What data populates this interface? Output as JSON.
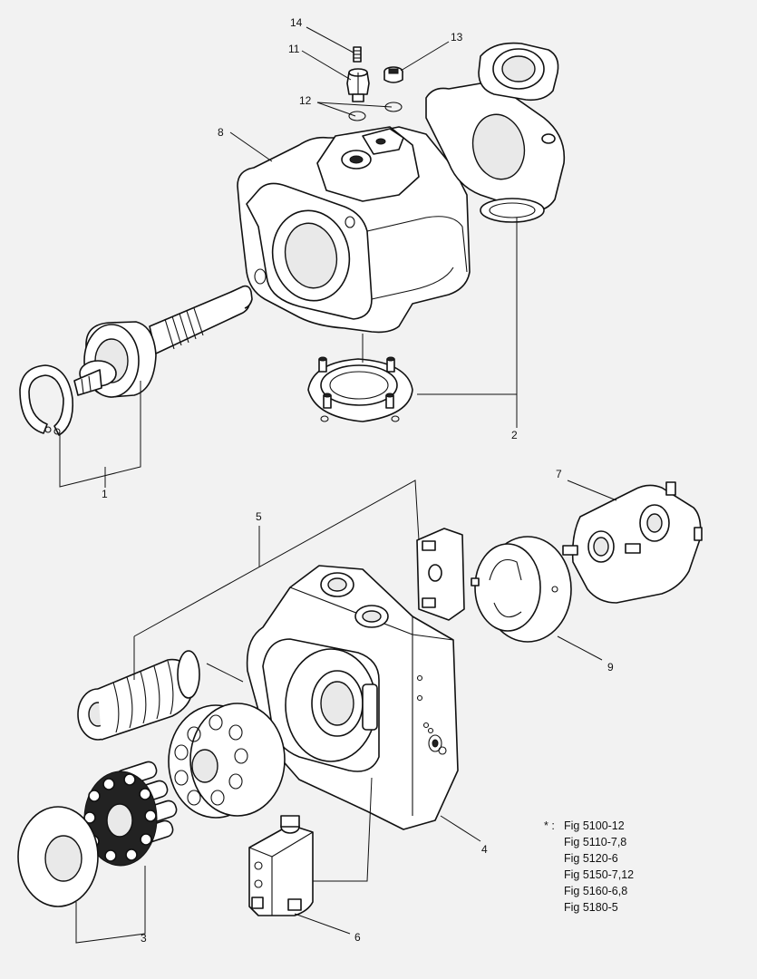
{
  "callouts": [
    {
      "id": "c1",
      "text": "1"
    },
    {
      "id": "c2",
      "text": "2"
    },
    {
      "id": "c3",
      "text": "3"
    },
    {
      "id": "c4",
      "text": "4"
    },
    {
      "id": "c5",
      "text": "5"
    },
    {
      "id": "c6",
      "text": "6"
    },
    {
      "id": "c7",
      "text": "7"
    },
    {
      "id": "c8",
      "text": "8"
    },
    {
      "id": "c9",
      "text": "9"
    },
    {
      "id": "c11",
      "text": "11"
    },
    {
      "id": "c12",
      "text": "12"
    },
    {
      "id": "c13",
      "text": "13"
    },
    {
      "id": "c14",
      "text": "14"
    }
  ],
  "references": {
    "marker": "* :",
    "items": [
      "Fig 5100-12",
      "Fig 5110-7,8",
      "Fig 5120-6",
      "Fig 5150-7,12",
      "Fig 5160-6,8",
      "Fig 5180-5"
    ]
  }
}
